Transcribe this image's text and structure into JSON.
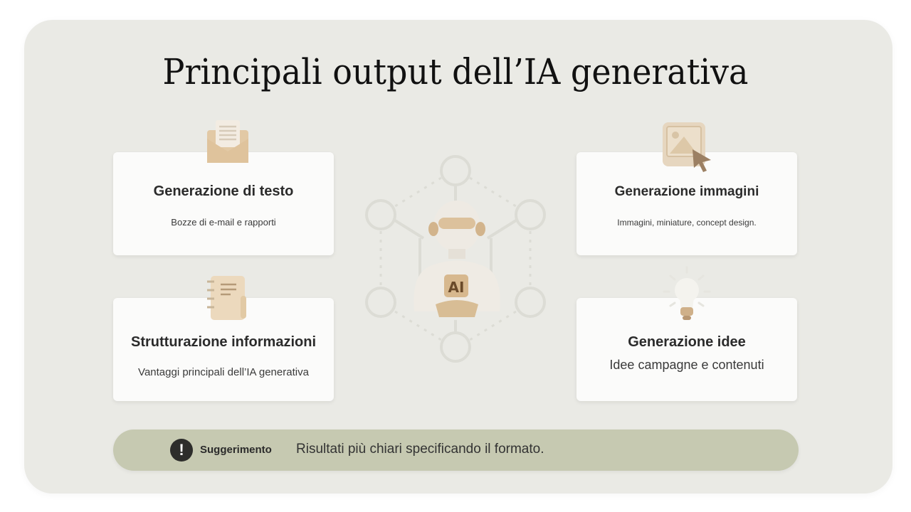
{
  "title": "Principali output dell’IA generativa",
  "cards": [
    {
      "title": "Generazione di testo",
      "subtitle": "Bozze di e-mail e rapporti",
      "icon": "envelope-icon"
    },
    {
      "title": "Generazione immagini",
      "subtitle": "Immagini, miniature, concept design.",
      "icon": "image-cursor-icon"
    },
    {
      "title": "Strutturazione informazioni",
      "subtitle": "Vantaggi principali dell’IA generativa",
      "icon": "notebook-icon"
    },
    {
      "title": "Generazione idee",
      "subtitle": "Idee campagne e contenuti",
      "icon": "lightbulb-icon"
    }
  ],
  "center": {
    "badge": "AI",
    "icon": "robot-icon"
  },
  "tip": {
    "label": "Suggerimento",
    "text": "Risultati più chiari specificando il formato.",
    "icon": "exclamation-icon",
    "icon_glyph": "!"
  },
  "colors": {
    "frame": "#eaeae5",
    "card": "#fbfbfa",
    "tip": "#c6c9b1",
    "accent": "#d9c3a0"
  }
}
